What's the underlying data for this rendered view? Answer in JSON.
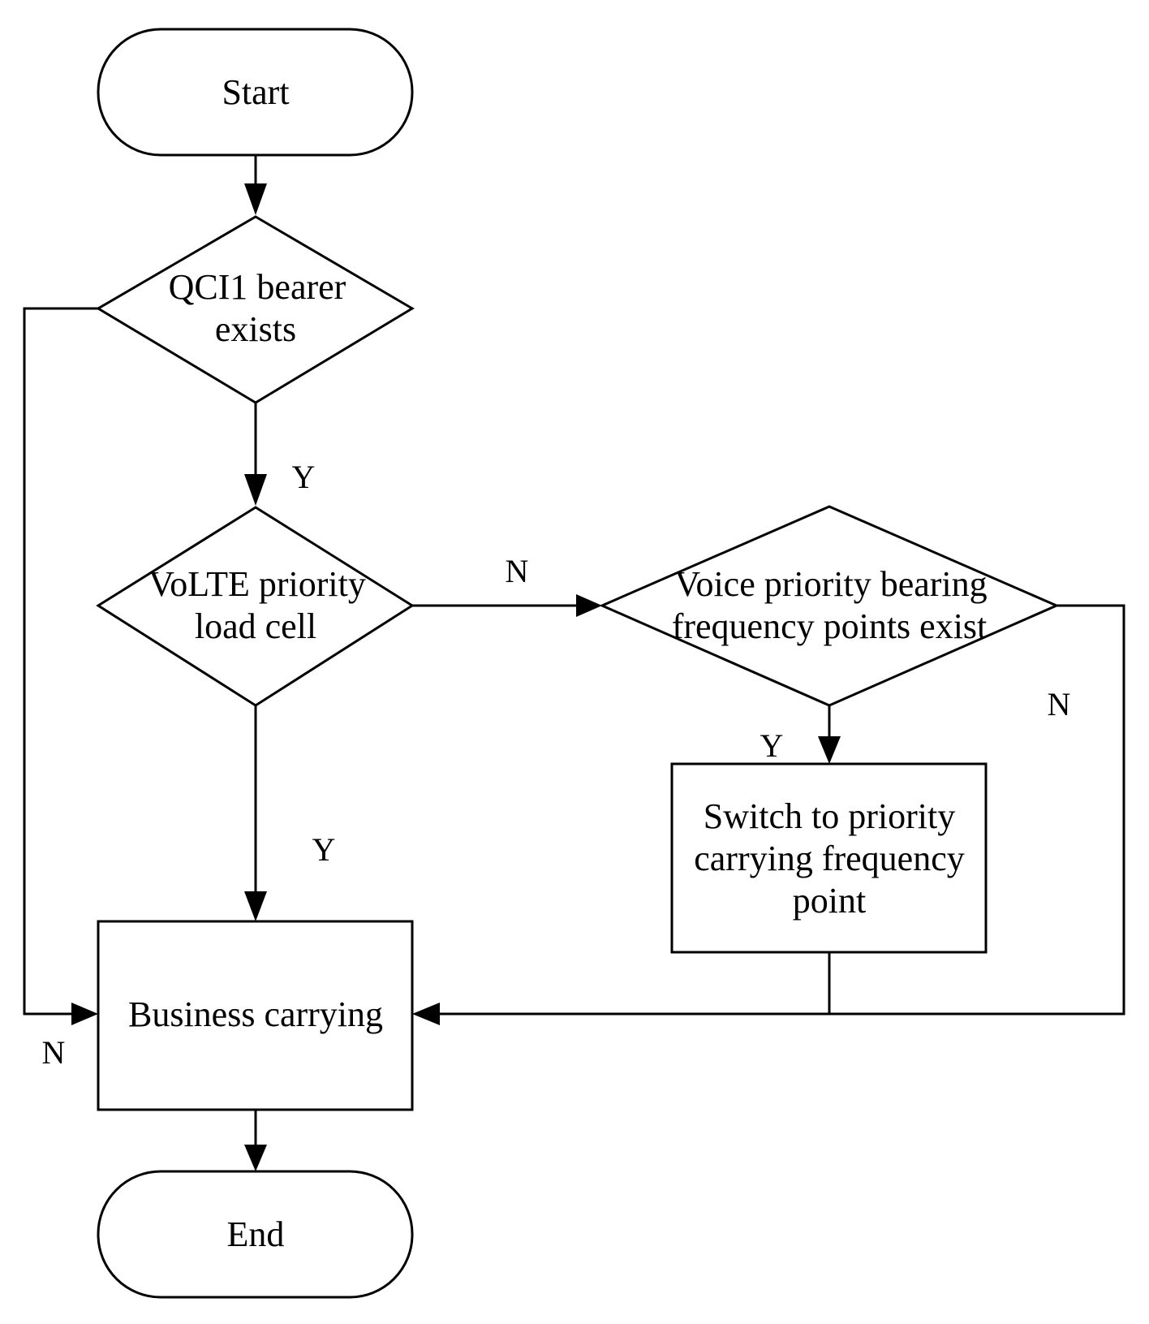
{
  "nodes": {
    "start": {
      "label": "Start"
    },
    "qci1_check": {
      "line1": "QCI1 bearer",
      "line2": "exists"
    },
    "volte_check": {
      "line1": "VoLTE priority",
      "line2": "load cell"
    },
    "voice_freq_check": {
      "line1": "Voice priority bearing",
      "line2": "frequency points exist"
    },
    "switch_freq": {
      "line1": "Switch to priority",
      "line2": "carrying frequency",
      "line3": "point"
    },
    "business": {
      "label": "Business carrying"
    },
    "end": {
      "label": "End"
    }
  },
  "branches": {
    "qci1_yes": "Y",
    "qci1_no": "N",
    "volte_yes": "Y",
    "volte_no": "N",
    "voice_yes": "Y",
    "voice_no": "N"
  }
}
